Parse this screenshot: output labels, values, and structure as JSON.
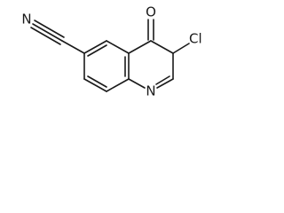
{
  "molecule": {
    "atoms": {
      "oxygen": "O",
      "chlorine": "Cl",
      "ring_nitrogen": "N",
      "nitrile_nitrogen": "N"
    }
  },
  "colors": {
    "bond": "#1a1a1a",
    "label": "#1a1a1a",
    "background": "#ffffff"
  }
}
